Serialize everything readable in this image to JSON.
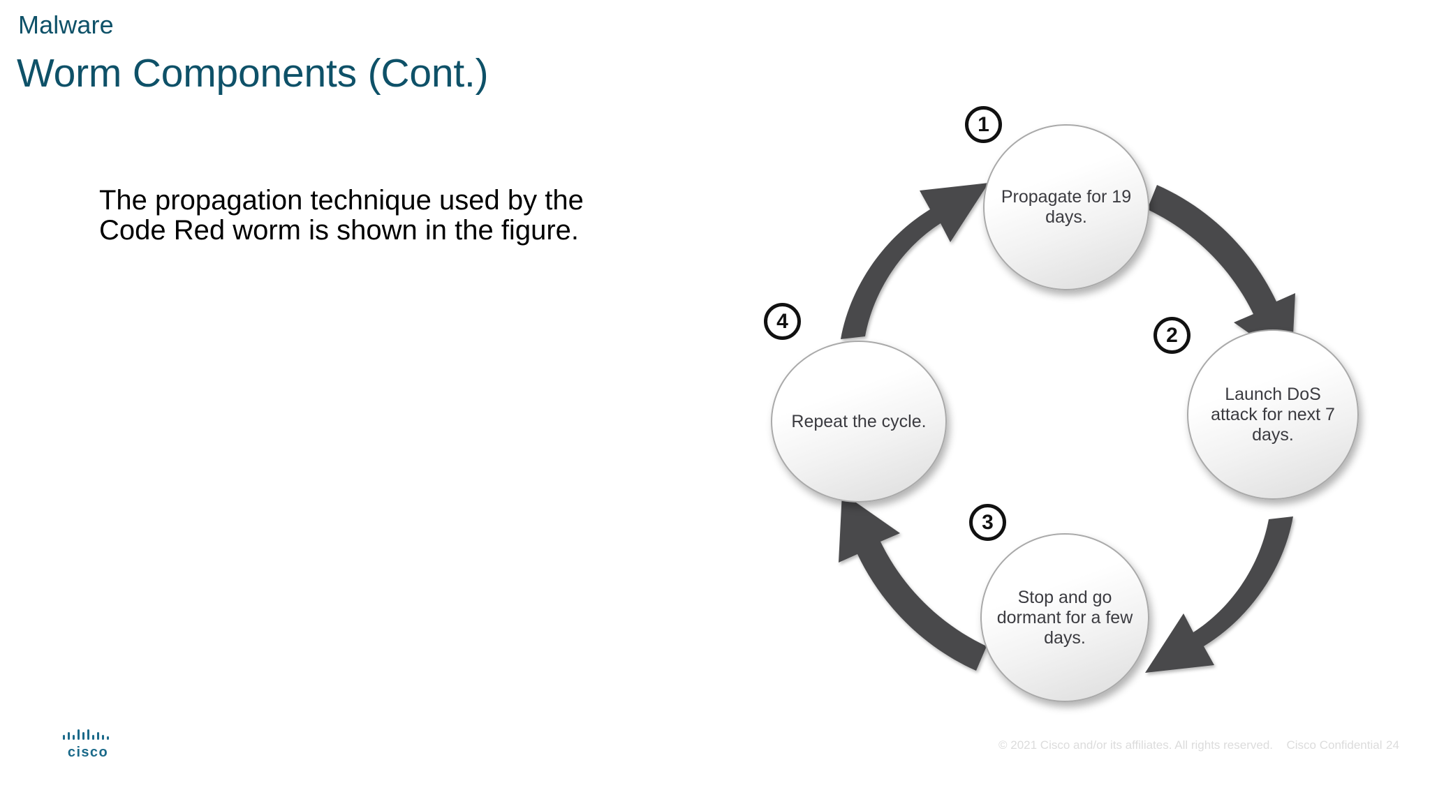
{
  "slide": {
    "eyebrow": "Malware",
    "title": "Worm Components (Cont.)",
    "body_text": "The propagation technique used by the Code Red worm is shown in the figure.",
    "accent_color": "#0e5168",
    "background_color": "#ffffff"
  },
  "diagram": {
    "type": "cycle",
    "arrow_color": "#4a4a4c",
    "node_border_color": "#a9a9a9",
    "node_text_color": "#3b3b40",
    "nodes": [
      {
        "number": "1",
        "label": "Propagate for 19 days.",
        "position": "top"
      },
      {
        "number": "2",
        "label": "Launch DoS attack for next 7 days.",
        "position": "right"
      },
      {
        "number": "3",
        "label": "Stop and go dormant for a few days.",
        "position": "bottom"
      },
      {
        "number": "4",
        "label": "Repeat the cycle.",
        "position": "left"
      }
    ]
  },
  "footer": {
    "copyright": "© 2021  Cisco and/or its affiliates. All rights reserved.",
    "confidentiality": "Cisco Confidential",
    "page_number": "24",
    "logo_wordmark": "cisco"
  }
}
